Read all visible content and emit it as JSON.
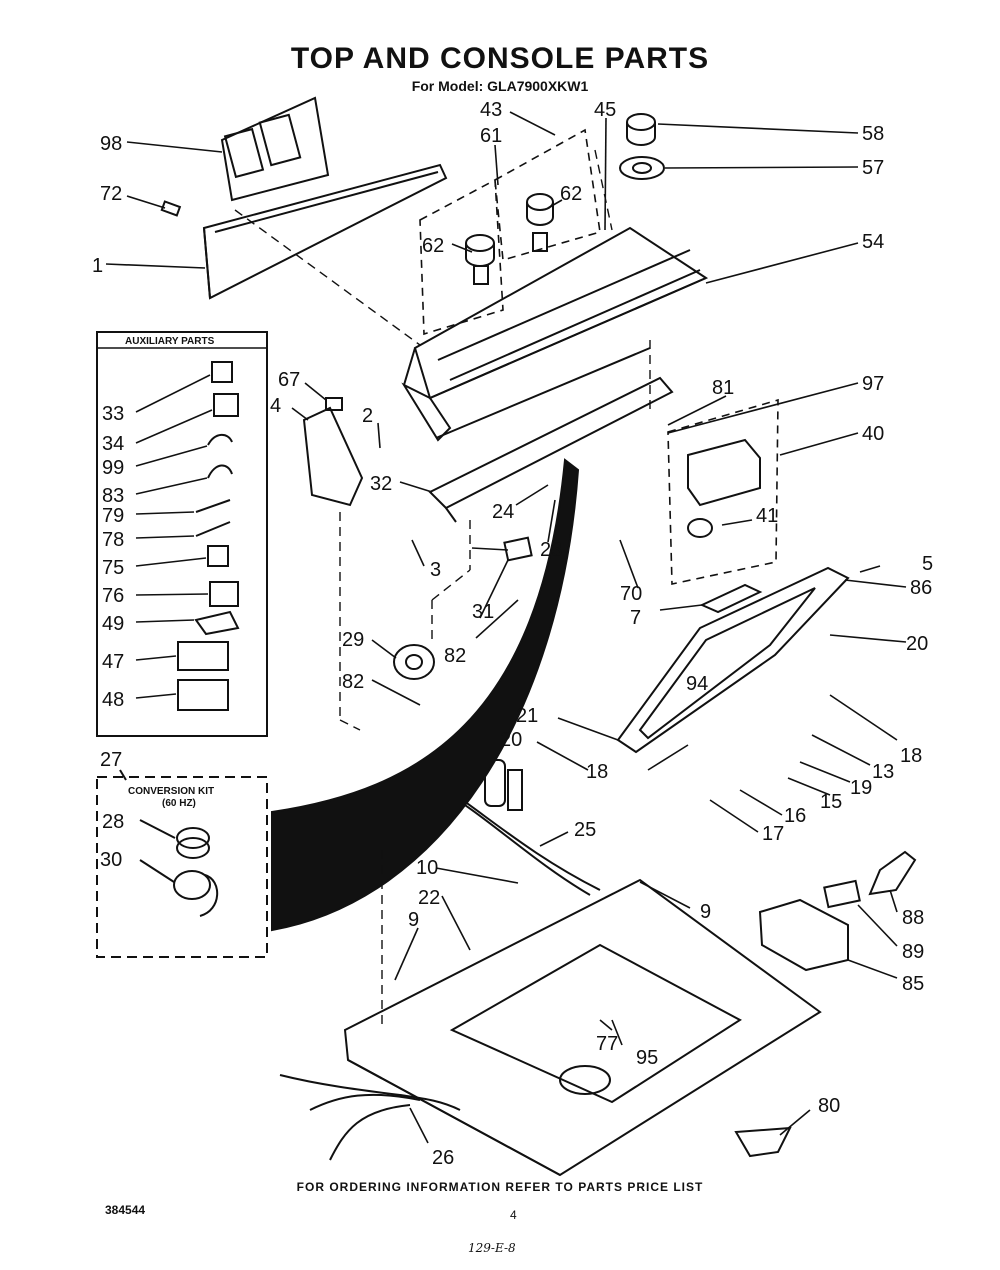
{
  "header": {
    "title": "TOP AND CONSOLE PARTS",
    "subtitle": "For Model: GLA7900XKW1"
  },
  "auxiliary_box": {
    "title": "AUXILIARY PARTS"
  },
  "conversion_box": {
    "title": "CONVERSION KIT",
    "subtitle": "(60 HZ)"
  },
  "callouts": {
    "c98": "98",
    "c72": "72",
    "c1": "1",
    "c43": "43",
    "c61": "61",
    "c45": "45",
    "c62a": "62",
    "c62b": "62",
    "c58": "58",
    "c57": "57",
    "c54": "54",
    "c67": "67",
    "c4": "4",
    "c2": "2",
    "c32": "32",
    "c81": "81",
    "c97": "97",
    "c40": "40",
    "c24": "24",
    "c23": "23",
    "c41": "41",
    "c3": "3",
    "c70": "70",
    "c5": "5",
    "c86": "86",
    "c7": "7",
    "c31": "31",
    "c20a": "20",
    "c29": "29",
    "c82a": "82",
    "c94": "94",
    "c82b": "82",
    "c21": "21",
    "c18a": "18",
    "c20b": "20",
    "c13": "13",
    "c19": "19",
    "c15": "15",
    "c18b": "18",
    "c16": "16",
    "c17": "17",
    "c25": "25",
    "c10": "10",
    "c9a": "9",
    "c22": "22",
    "c9b": "9",
    "c88": "88",
    "c89": "89",
    "c85": "85",
    "c77": "77",
    "c95": "95",
    "c80": "80",
    "c26": "26",
    "c33": "33",
    "c34": "34",
    "c99": "99",
    "c83": "83",
    "c79": "79",
    "c78": "78",
    "c75": "75",
    "c76": "76",
    "c49": "49",
    "c47": "47",
    "c48": "48",
    "c27": "27",
    "c28": "28",
    "c30": "30"
  },
  "footer": {
    "note": "FOR ORDERING INFORMATION REFER TO PARTS PRICE LIST",
    "doc_number": "384544",
    "page": "4",
    "handwritten": "129-E-8"
  }
}
